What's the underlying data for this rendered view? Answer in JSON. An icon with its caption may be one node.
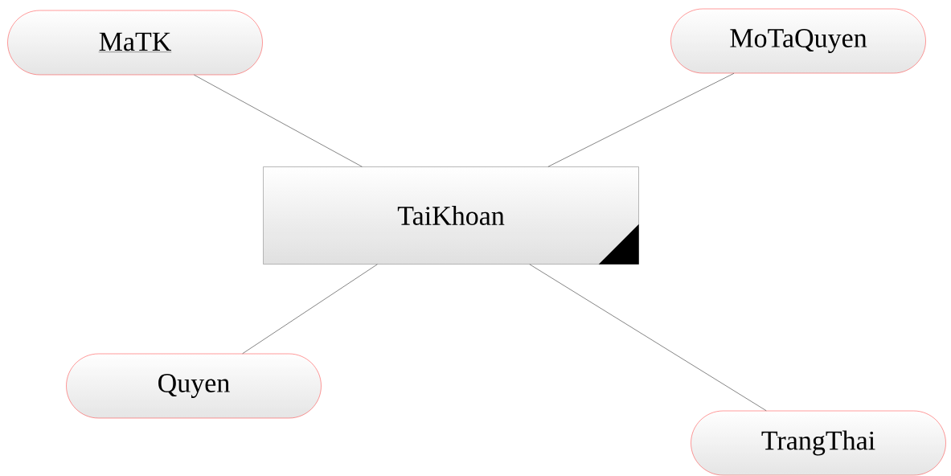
{
  "diagram": {
    "nodes": [
      {
        "text": [
          "MaTK"
        ]
      },
      {
        "text": [
          "MoTaQuyen"
        ]
      },
      {
        "text": [
          "TaiKhoan"
        ]
      },
      {
        "text": [
          "Quyen"
        ]
      },
      {
        "text": [
          "TrangThai"
        ]
      }
    ],
    "edges": [
      {
        "from": 0,
        "to": 2,
        "arrow": "none"
      },
      {
        "from": 1,
        "to": 2,
        "arrow": "none"
      },
      {
        "from": 3,
        "to": 2,
        "arrow": "none"
      },
      {
        "from": 4,
        "to": 2,
        "arrow": "none"
      }
    ]
  }
}
